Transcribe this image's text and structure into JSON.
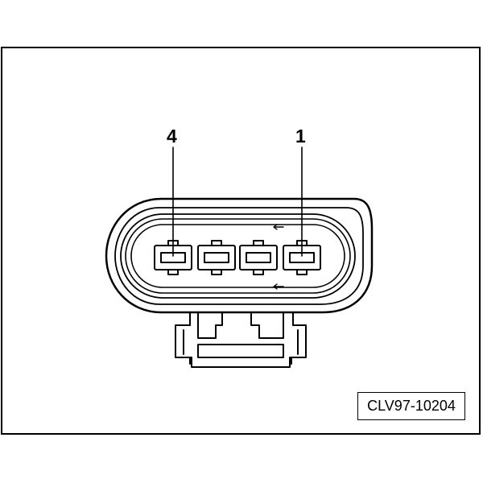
{
  "callouts": {
    "left_label": "4",
    "right_label": "1"
  },
  "reference_code": "CLV97-10204",
  "colors": {
    "line": "#000000",
    "background": "#ffffff"
  }
}
